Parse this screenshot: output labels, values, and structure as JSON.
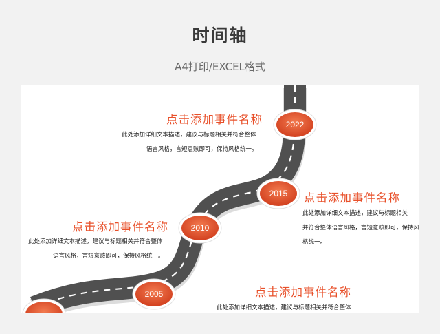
{
  "header": {
    "title": "时间轴",
    "subtitle": "A4打印/EXCEL格式"
  },
  "events": [
    {
      "year": "2022",
      "title": "点击添加事件名称",
      "desc_line1": "此处添加详细文本描述，建议与标题相关并符合整体",
      "desc_line2": "语言风格，言短意赅即可，保持风格统一。"
    },
    {
      "year": "2015",
      "title": "点击添加事件名称",
      "desc_line1": "此处添加详细文本描述，建议与标题相关",
      "desc_line2": "并符合整体语言风格，言短意赅即可，保持风",
      "desc_line3": "格统一。"
    },
    {
      "year": "2010",
      "title": "点击添加事件名称",
      "desc_line1": "此处添加详细文本描述，建议与标题相关并符合整体",
      "desc_line2": "语言风格，言短意赅即可，保持风格统一。"
    },
    {
      "year": "2005",
      "title": "点击添加事件名称",
      "desc_line1": "此处添加详细文本描述，建议与标题相关并符合整体"
    }
  ],
  "colors": {
    "accent": "#e8502a",
    "road": "#555555",
    "marker_light": "#f0663b",
    "marker_dark": "#c8361a"
  }
}
